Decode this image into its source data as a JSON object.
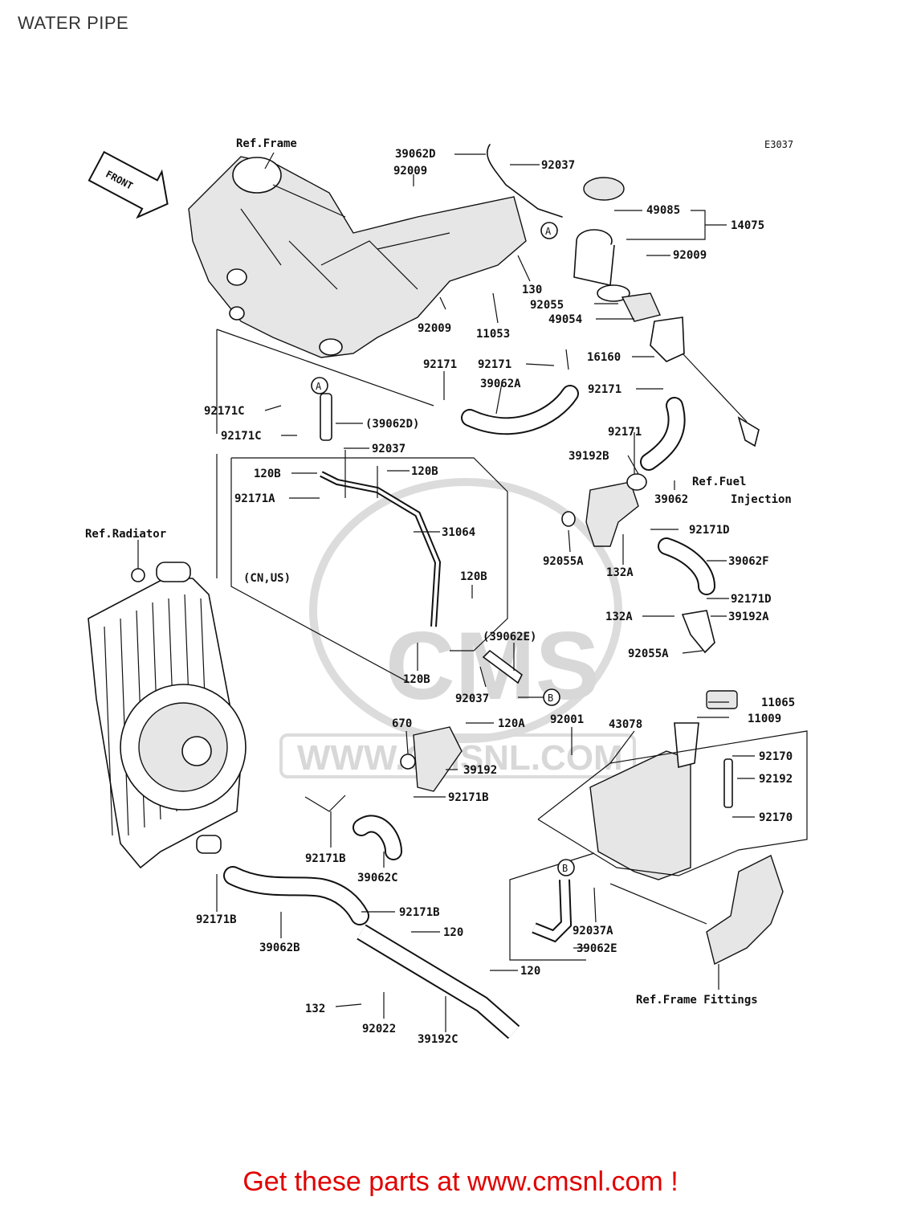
{
  "page_title": "WATER PIPE",
  "diagram_code": "E3037",
  "front_label": "FRONT",
  "watermark": {
    "brand": "CMS",
    "url": "WWW.CMSNL.COM"
  },
  "callouts": {
    "a": "A",
    "b": "B"
  },
  "refs": {
    "frame": "Ref.Frame",
    "radiator": "Ref.Radiator",
    "fuel_injection_1": "Ref.Fuel",
    "fuel_injection_2": "Injection",
    "frame_fittings": "Ref.Frame Fittings",
    "region": "(CN,US)"
  },
  "part_labels": {
    "p39062D": "39062D",
    "p92037_top": "92037",
    "p92009_1": "92009",
    "p49085": "49085",
    "p14075": "14075",
    "p92009_2": "92009",
    "p130": "130",
    "p92055": "92055",
    "p49054": "49054",
    "p92009_3": "92009",
    "p11053": "11053",
    "p92171_1": "92171",
    "p92171_2": "92171",
    "p16160": "16160",
    "p39062A": "39062A",
    "p92171_3": "92171",
    "p92171C_1": "92171C",
    "p39062D_paren": "(39062D)",
    "p92171C_2": "92171C",
    "p92037_mid": "92037",
    "p92171_4": "92171",
    "p39192B": "39192B",
    "p120B_1": "120B",
    "p120B_2": "120B",
    "p92171A": "92171A",
    "p31064": "31064",
    "p39062": "39062",
    "p92171D_1": "92171D",
    "p92055A_1": "92055A",
    "p132A_1": "132A",
    "p39062F": "39062F",
    "p120B_3": "120B",
    "p92171D_2": "92171D",
    "p132A_2": "132A",
    "p39192A": "39192A",
    "p39062E_paren": "(39062E)",
    "p92055A_2": "92055A",
    "p120B_4": "120B",
    "p92037_low": "92037",
    "p11065": "11065",
    "p11009": "11009",
    "p670": "670",
    "p120A": "120A",
    "p92001": "92001",
    "p43078": "43078",
    "p92170_1": "92170",
    "p39192": "39192",
    "p92192": "92192",
    "p92171B_1": "92171B",
    "p92170_2": "92170",
    "p92171B_2": "92171B",
    "p39062C": "39062C",
    "p92171B_3": "92171B",
    "p92171B_4": "92171B",
    "p120_1": "120",
    "p92037A": "92037A",
    "p39062B": "39062B",
    "p39062E": "39062E",
    "p120_2": "120",
    "p132": "132",
    "p92022": "92022",
    "p39192C": "39192C"
  },
  "footer_cta": "Get these parts at www.cmsnl.com !",
  "colors": {
    "cta": "#e00000",
    "ink": "#111111",
    "watermark": "#d8d8d8"
  }
}
